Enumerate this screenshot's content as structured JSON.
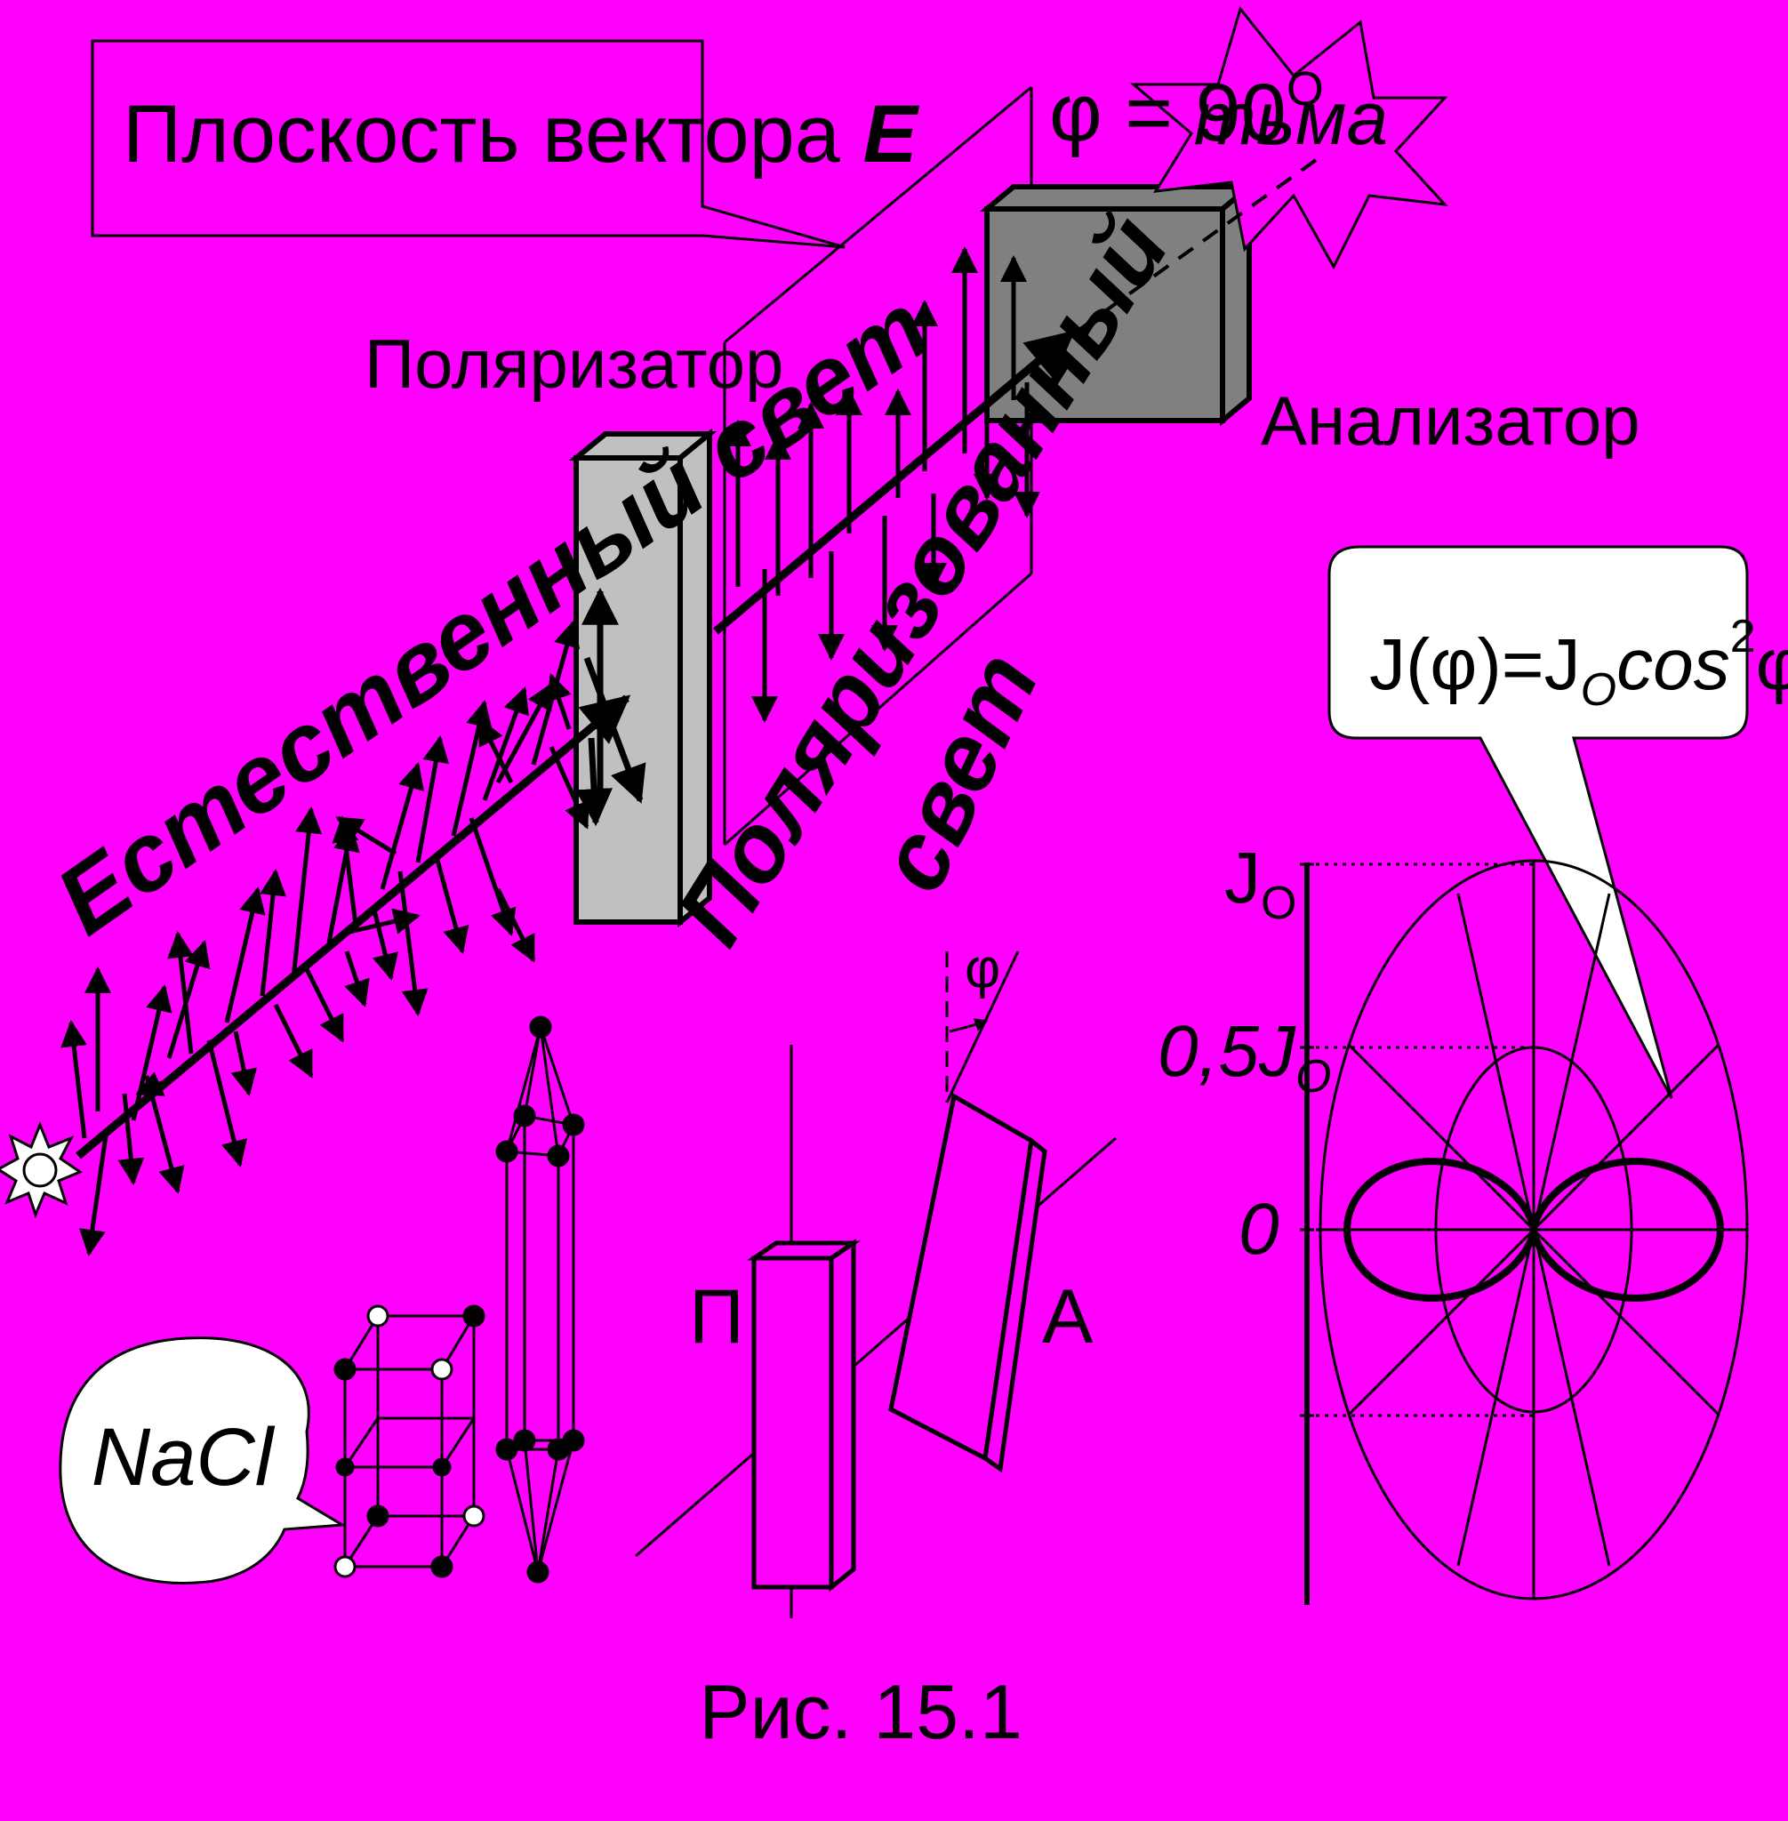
{
  "labels": {
    "plane_box": "Плоскость вектора",
    "plane_box_vector": "E",
    "phi_eq": "φ = 90",
    "phi_deg": "O",
    "darkness": "тьма",
    "polarizer": "Поляризатор",
    "analyzer": "Анализатор",
    "natural_light": "Естественный свет",
    "polarized_1": "Поляризованный",
    "polarized_2": "свет",
    "phi": "φ",
    "p_letter": "П",
    "a_letter": "А",
    "nacl": "NaCl",
    "caption": "Рис. 15.1"
  },
  "formula": {
    "lhs": "J(φ)=J",
    "sub": "O",
    "cos": "cos",
    "sup": "2",
    "end": "φ"
  },
  "axis": {
    "ticks": [
      {
        "main": "J",
        "sub": "O",
        "value": 1.0
      },
      {
        "main": "0,5J",
        "sub": "O",
        "value": 0.5
      },
      {
        "main": "0",
        "sub": "",
        "value": 0
      }
    ]
  },
  "polar_plot": {
    "curve": "J(φ)=J0·cos²φ",
    "outer_radius_value": 1.0,
    "inner_radius_value": 0.5
  },
  "colors": {
    "background": "#ff00ff",
    "polarizer_face": "#c0c0c0",
    "analyzer_face": "#808080",
    "ink": "#000000",
    "bubble": "#ffffff"
  }
}
